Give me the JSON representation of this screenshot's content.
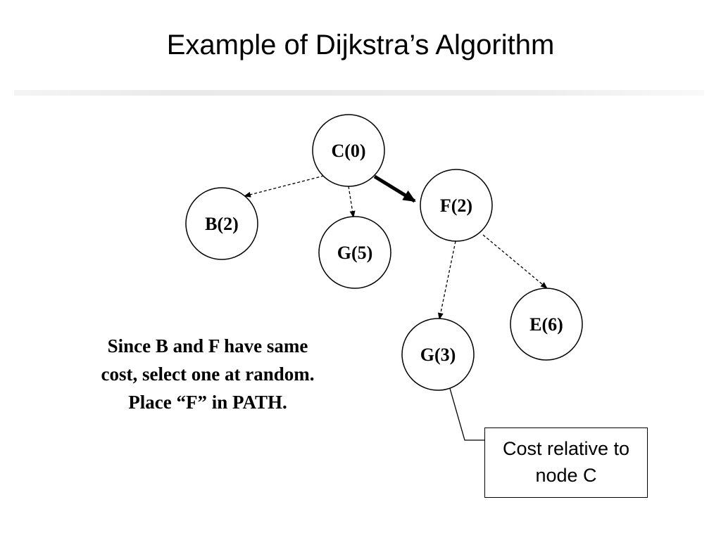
{
  "title": "Example of Dijkstra’s Algorithm",
  "nodes": {
    "c": "C(0)",
    "f": "F(2)",
    "b": "B(2)",
    "g5": "G(5)",
    "g3": "G(3)",
    "e": "E(6)"
  },
  "explanation": {
    "line1": "Since B and F have same",
    "line2": "cost, select one at random.",
    "line3": "Place “F” in PATH."
  },
  "callout": {
    "line1": "Cost relative to",
    "line2": "node C"
  },
  "colors": {
    "stroke": "#000000",
    "background": "#ffffff"
  }
}
